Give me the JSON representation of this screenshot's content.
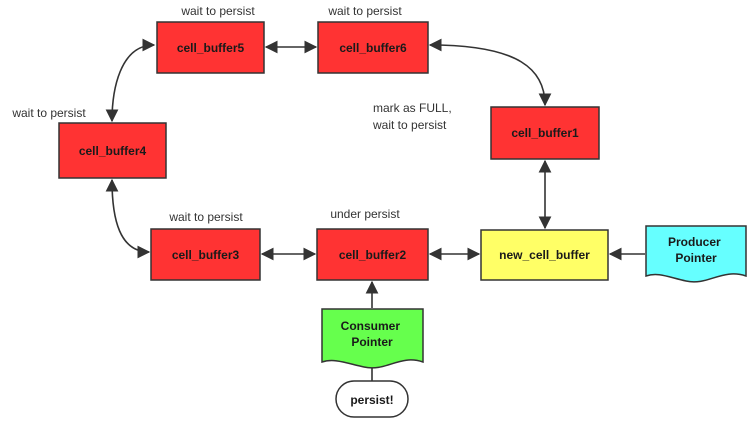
{
  "colors": {
    "buffer_red": "#ff3333",
    "new_buffer_yellow": "#ffff66",
    "producer_cyan": "#66ffff",
    "consumer_green": "#66ff4d",
    "stroke": "#333333"
  },
  "buffers": {
    "cell_buffer1": "cell_buffer1",
    "cell_buffer2": "cell_buffer2",
    "cell_buffer3": "cell_buffer3",
    "cell_buffer4": "cell_buffer4",
    "cell_buffer5": "cell_buffer5",
    "cell_buffer6": "cell_buffer6",
    "new_cell_buffer": "new_cell_buffer"
  },
  "pointers": {
    "producer": [
      "Producer",
      "Pointer"
    ],
    "consumer": [
      "Consumer",
      "Pointer"
    ]
  },
  "action": {
    "persist": "persist!"
  },
  "captions": {
    "buffer5": "wait to persist",
    "buffer6": "wait to persist",
    "buffer4": "wait to persist",
    "buffer3": "wait to persist",
    "buffer2": "under persist",
    "buffer1": [
      "mark as FULL,",
      "wait to persist"
    ]
  }
}
